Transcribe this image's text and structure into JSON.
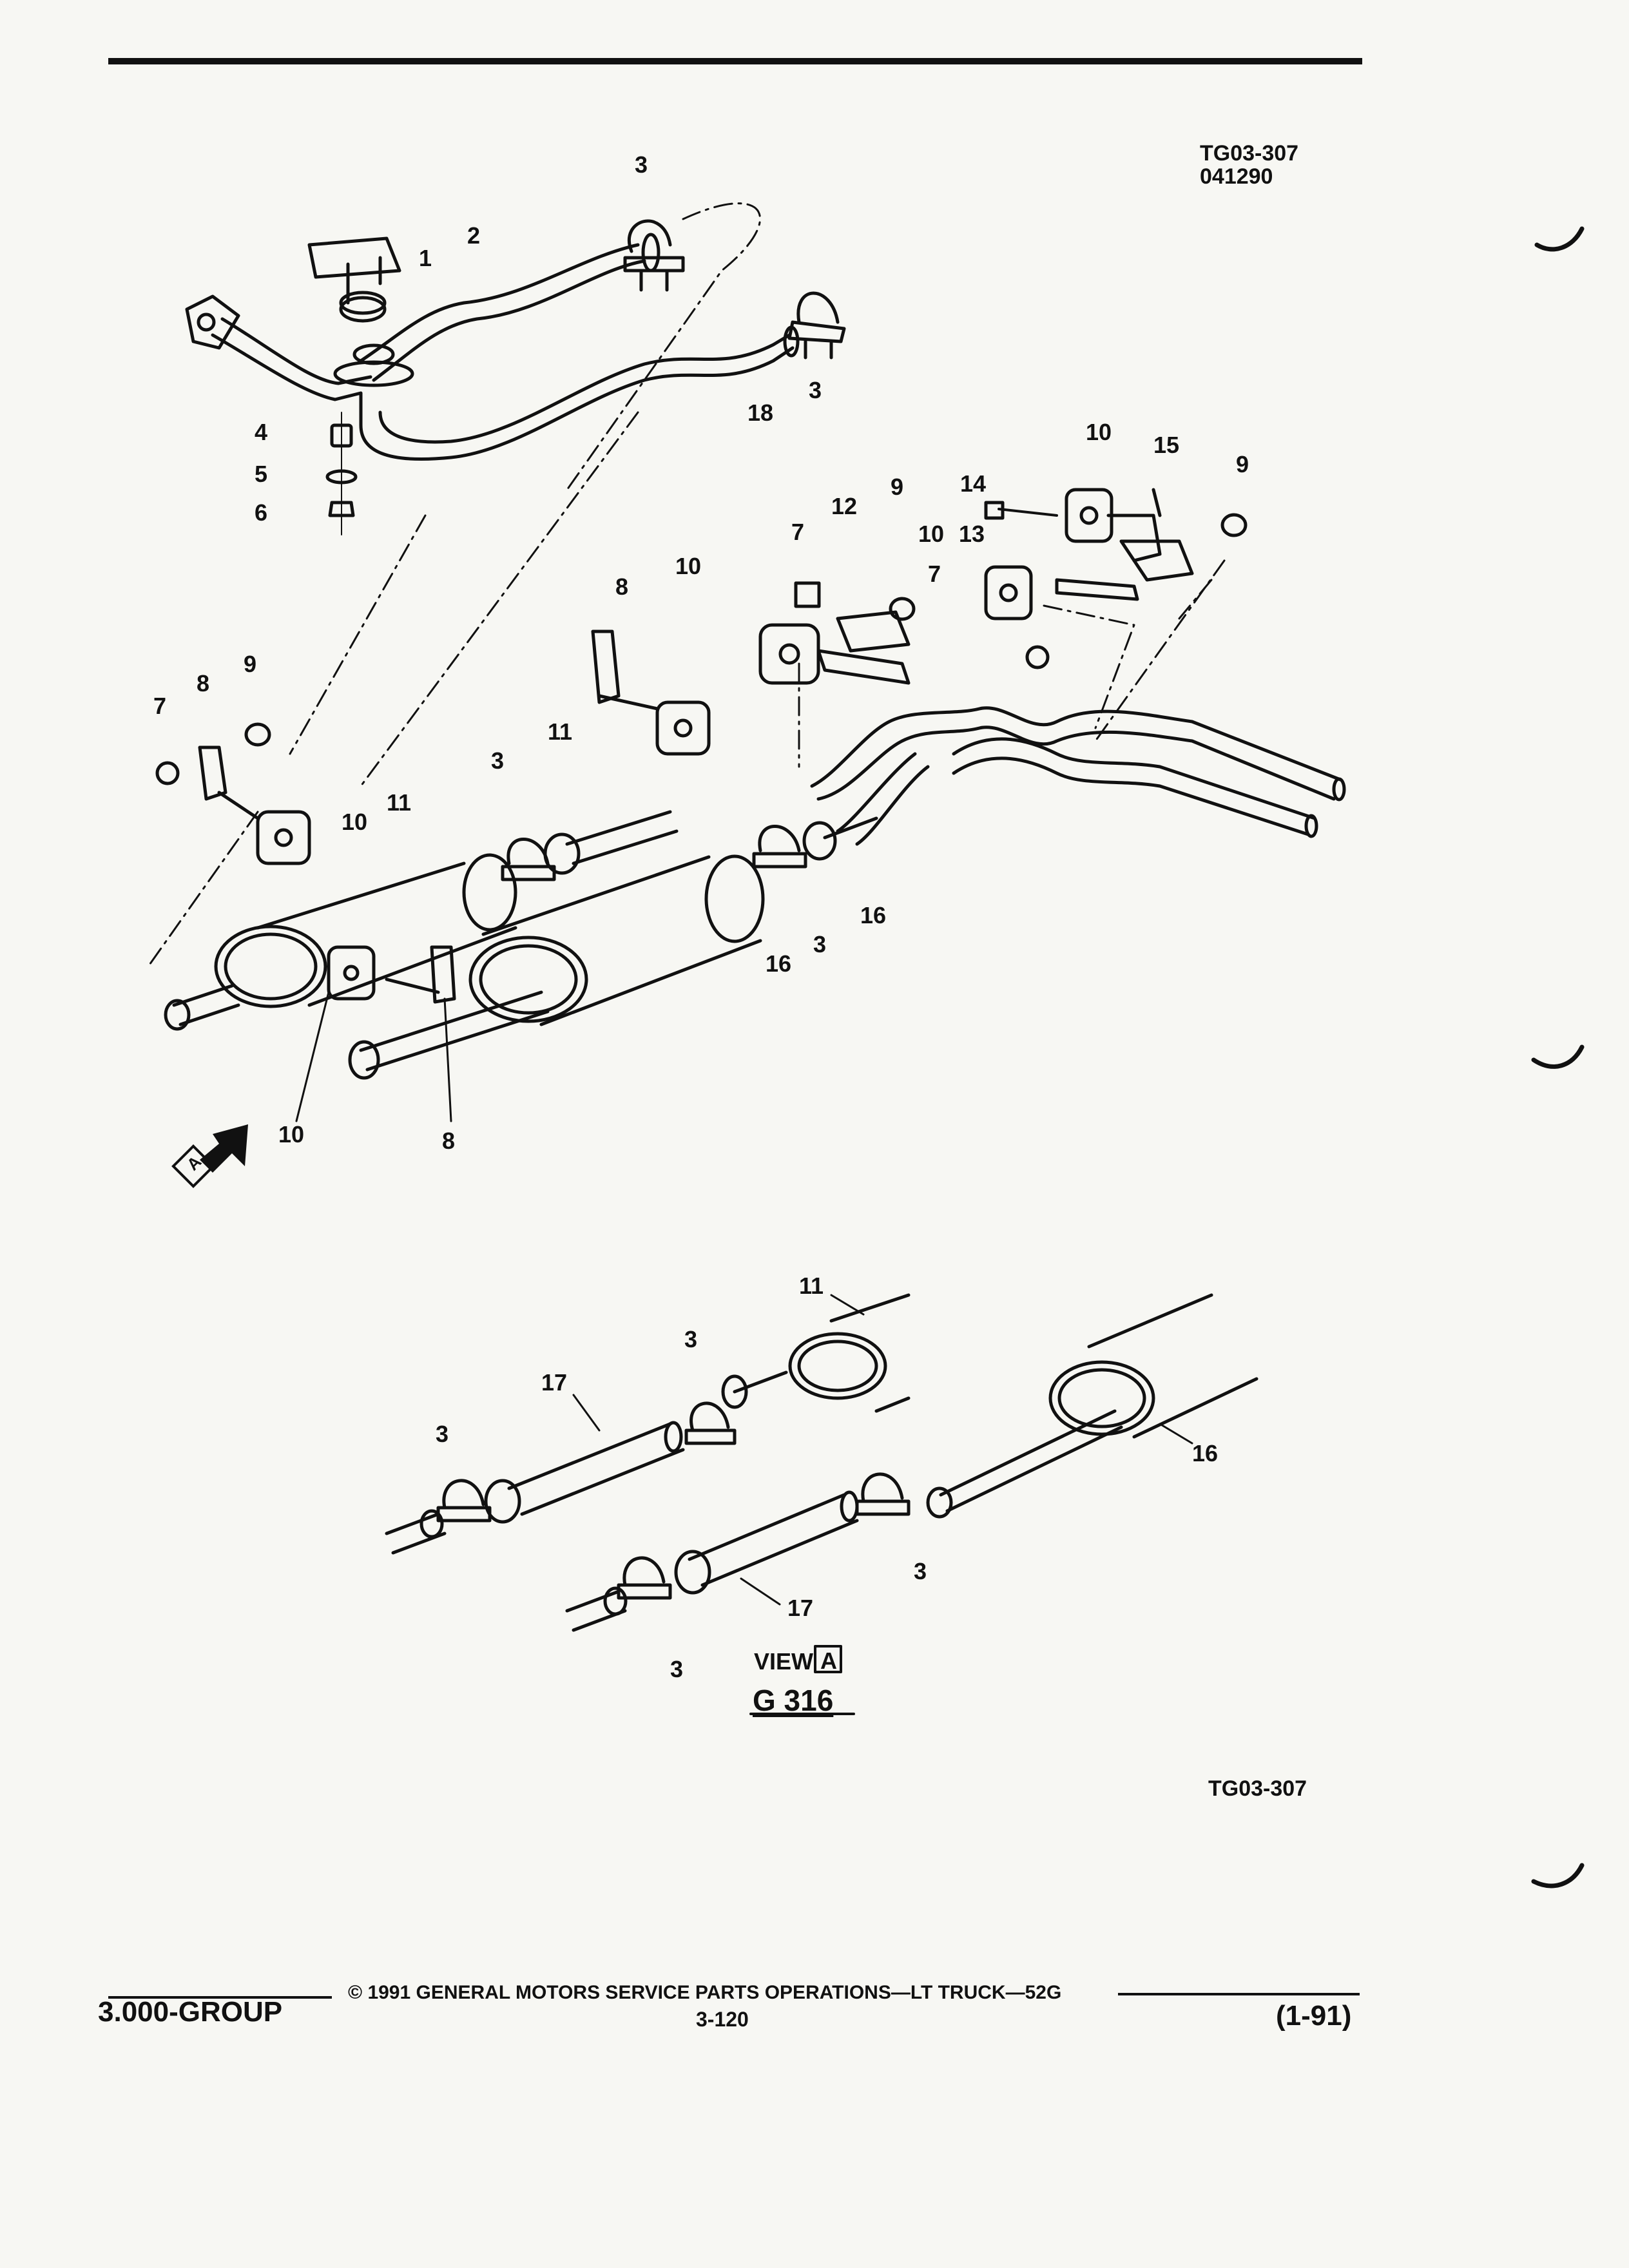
{
  "header": {
    "figure_code": "TG03-307",
    "date_code": "041290"
  },
  "callouts": {
    "c1": "1",
    "c2": "2",
    "c3a": "3",
    "c3b": "3",
    "c18": "18",
    "c4": "4",
    "c5": "5",
    "c6": "6",
    "c10a": "10",
    "c15": "15",
    "c9a": "9",
    "c14": "14",
    "c12": "12",
    "c9b": "9",
    "c7a": "7",
    "c10b": "10",
    "c13": "13",
    "c7b": "7",
    "c8a": "8",
    "c10c": "10",
    "c9c": "9",
    "c7c": "7",
    "c8b": "8",
    "c11a": "11",
    "c10d": "10",
    "c11b": "11",
    "c3c": "3",
    "c16a": "16",
    "c3d": "3",
    "c16b": "16",
    "c10e": "10",
    "c8c": "8",
    "v11": "11",
    "v3a": "3",
    "v17a": "17",
    "v3b": "3",
    "v16": "16",
    "v3c": "3",
    "v17b": "17",
    "v3d": "3"
  },
  "view_marker": {
    "arrow_letter": "A",
    "view_label": "VIEW",
    "view_letter": "A",
    "illustration_code": "G 316"
  },
  "figure_code_bottom": "TG03-307",
  "footer": {
    "group": "3.000-GROUP",
    "copyright": "© 1991 GENERAL MOTORS SERVICE PARTS OPERATIONS—LT TRUCK—52G",
    "page": "3-120",
    "revision": "(1-91)"
  }
}
